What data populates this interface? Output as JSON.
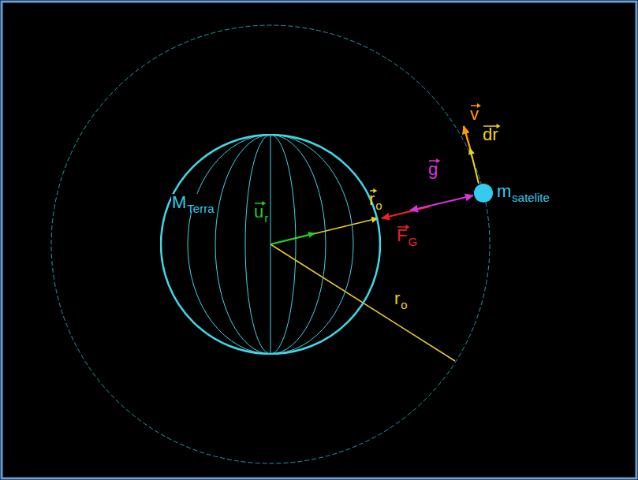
{
  "diagram": {
    "nodes": [
      {
        "text": [
          "M",
          "Terra"
        ]
      },
      {
        "text": [
          "m",
          "satelite"
        ]
      }
    ],
    "labels": [
      "u",
      "r",
      "r",
      "o",
      "g",
      "F",
      "G",
      "dr",
      "v",
      "r",
      "o"
    ]
  }
}
